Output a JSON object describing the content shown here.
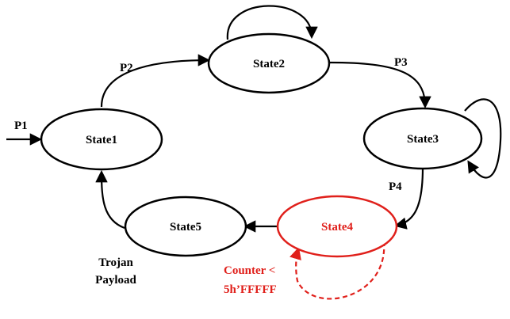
{
  "colors": {
    "normal": "#000000",
    "trojan": "#e0201b"
  },
  "states": {
    "s1": "State1",
    "s2": "State2",
    "s3": "State3",
    "s4": "State4",
    "s5": "State5"
  },
  "transitions": {
    "p1": "P1",
    "p2": "P2",
    "p3": "P3",
    "p4": "P4"
  },
  "annotations": {
    "payload_line1": "Trojan",
    "payload_line2": "Payload",
    "counter_line1": "Counter <",
    "counter_line2": "5h’FFFFF"
  }
}
